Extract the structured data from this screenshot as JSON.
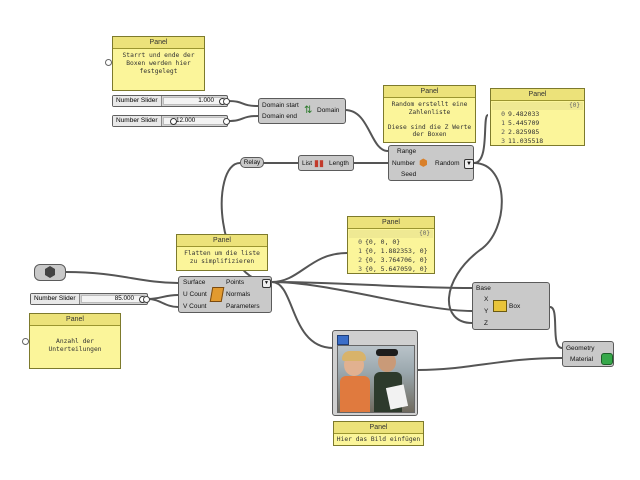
{
  "colors": {
    "panel_bg": "#fbf59a",
    "wire": "#555555",
    "component": "#c9c9c9"
  },
  "panels": {
    "boxes_note": {
      "title": "Panel",
      "text": "Starrt und ende der\nBoxen werden hier\nfestgelegt"
    },
    "random_note": {
      "title": "Panel",
      "text": "Random erstellt eine\nZahlenliste\n\nDiese sind die Z Werte\nder Boxen"
    },
    "random_values": {
      "title": "Panel",
      "header": "{0}",
      "rows": [
        {
          "index": "0",
          "value": "9.482033"
        },
        {
          "index": "1",
          "value": "5.445709"
        },
        {
          "index": "2",
          "value": "2.825985"
        },
        {
          "index": "3",
          "value": "11.035518"
        }
      ]
    },
    "flatten_note": {
      "title": "Panel",
      "text": "Flatten um die liste\nzu simplifizieren"
    },
    "points_values": {
      "title": "Panel",
      "header": "{0}",
      "rows": [
        {
          "index": "0",
          "value": "{0, 0, 0}"
        },
        {
          "index": "1",
          "value": "{0, 1.882353, 0}"
        },
        {
          "index": "2",
          "value": "{0, 3.764706, 0}"
        },
        {
          "index": "3",
          "value": "{0, 5.647059, 0}"
        }
      ]
    },
    "divisions_note": {
      "title": "Panel",
      "text": "Anzahl der\nUnterteilungen"
    },
    "image_note": {
      "title": "Panel",
      "text": "Hier das Bild einfügen"
    }
  },
  "sliders": {
    "domain_start": {
      "label": "Number Slider",
      "value": "1.000"
    },
    "domain_end": {
      "label": "Number Slider",
      "value": "12.000"
    },
    "count": {
      "label": "Number Slider",
      "value": "85.000"
    }
  },
  "components": {
    "domain": {
      "inputs": [
        "Domain start",
        "Domain end"
      ],
      "name": "Domain"
    },
    "relay": {
      "name": "Relay"
    },
    "list_length": {
      "inputs": [
        "List"
      ],
      "outputs": [
        "Length"
      ]
    },
    "random": {
      "inputs": [
        "Range",
        "Number",
        "Seed"
      ],
      "name": "Random"
    },
    "divide_surface": {
      "inputs": [
        "Surface",
        "U Count",
        "V Count"
      ],
      "outputs": [
        "Points",
        "Normals",
        "Parameters"
      ]
    },
    "box": {
      "inputs": [
        "Base",
        "X",
        "Y",
        "Z"
      ],
      "name": "Box"
    },
    "material": {
      "inputs": [
        "Geometry",
        "Material"
      ]
    }
  }
}
